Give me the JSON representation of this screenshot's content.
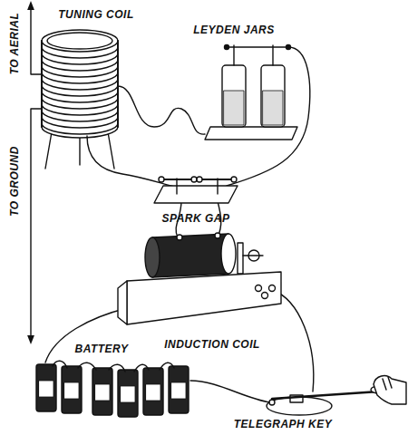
{
  "diagram": {
    "labels": [
      "TO AERIAL",
      "TUNING COIL",
      "LEYDEN JARS",
      "TO GROUND",
      "SPARK GAP",
      "INDUCTION COIL",
      "BATTERY",
      "TELEGRAPH KEY"
    ]
  }
}
